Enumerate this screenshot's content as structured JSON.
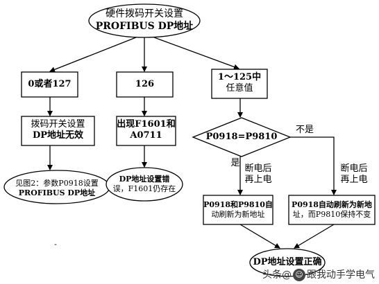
{
  "nodes": {
    "start_line1": "硬件拨码开关设置",
    "start_line2": "PROFIBUS DP地址",
    "case_a": "0或者127",
    "case_b": "126",
    "case_c_line1": "1～125中",
    "case_c_line2": "任意值",
    "invalid_line1": "拨码开关设置",
    "invalid_line2": "DP地址无效",
    "alarm_line1": "出现F1601和",
    "alarm_line2": "A0711",
    "decision": "P0918=P9810",
    "see_line1": "见图2：参数P0918设置",
    "see_line2": "PROFIBUS DP地址",
    "error_line1": "DP地址设置错",
    "error_line2": "误，F1601仍存在",
    "yes_box_line1": "P0918和P9810自",
    "yes_box_line2": "动刷新为新地址",
    "no_box_line1": "P0918自动刷新为新地",
    "no_box_line2": "址，而P9810保持不变",
    "end": "DP地址设置正确"
  },
  "labels": {
    "yes": "是",
    "no": "不是",
    "power_yes_line1": "断电后",
    "power_yes_line2": "再上电",
    "power_no_line1": "断电后",
    "power_no_line2": "再上电"
  },
  "watermark": {
    "prefix": "头条",
    "at": "@",
    "handle": "跟我动手学电气",
    "icon": "user-avatar-icon"
  },
  "stray_mark": "-"
}
